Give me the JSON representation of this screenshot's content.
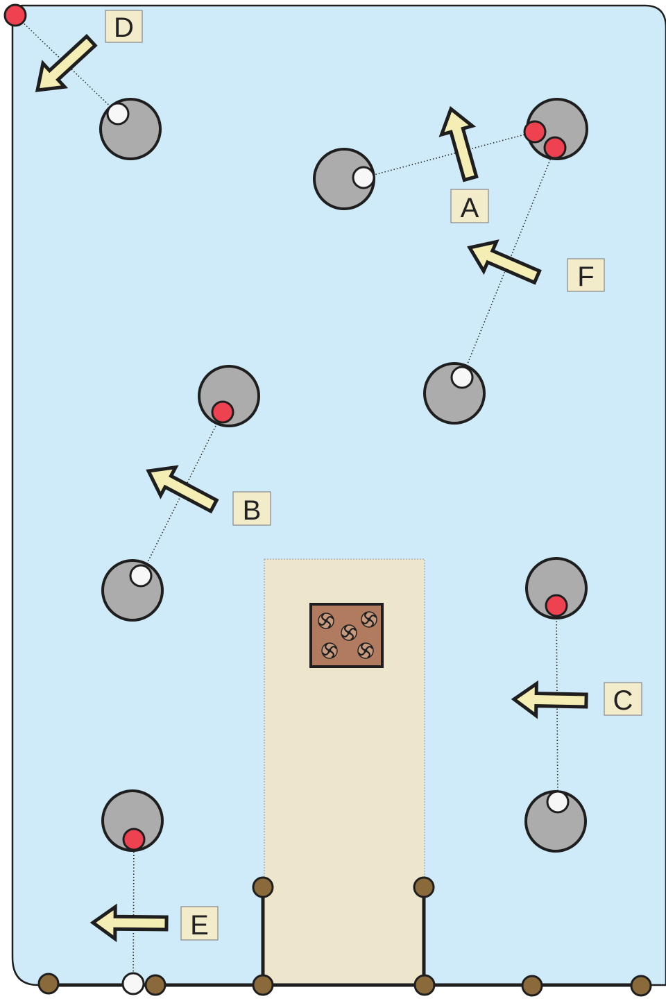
{
  "diagram": {
    "colors": {
      "field": "#cfeaf9",
      "zone": "#ede6cd",
      "outline": "#1e1e1e",
      "disc": "#acacac",
      "red_marker": "#ee4250",
      "white_marker": "#f7f7f7",
      "post": "#8a6a3a",
      "arrow_fill": "#f5eeb4",
      "label_fill": "#f2ecca",
      "tile": "#b07b5e"
    },
    "labels": [
      {
        "id": "A",
        "text": "A"
      },
      {
        "id": "B",
        "text": "B"
      },
      {
        "id": "C",
        "text": "C"
      },
      {
        "id": "D",
        "text": "D"
      },
      {
        "id": "E",
        "text": "E"
      },
      {
        "id": "F",
        "text": "F"
      }
    ],
    "icons": [
      "arrow-icon",
      "tile-icon"
    ]
  }
}
